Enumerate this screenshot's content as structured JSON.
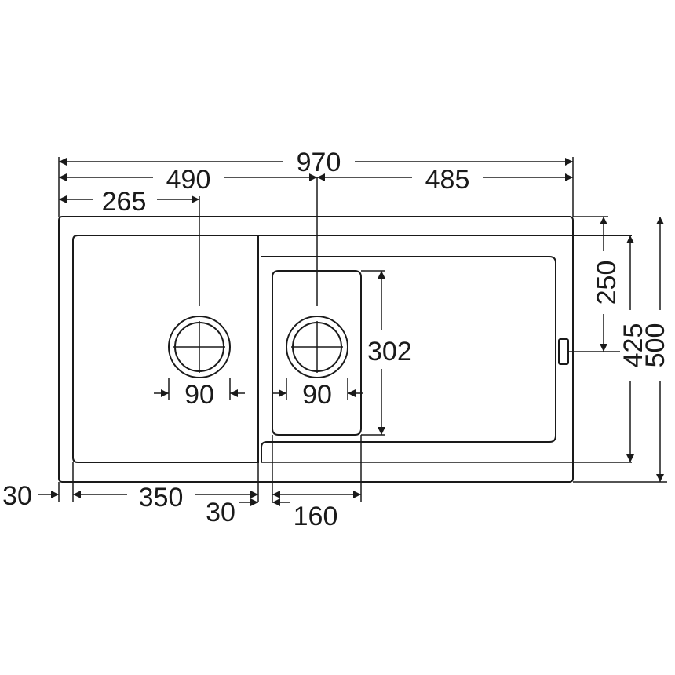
{
  "dimensions": {
    "overall_width": "970",
    "left_to_drain": "490",
    "right_from_drain": "485",
    "left_drain_offset": "265",
    "small_bowl_height": "302",
    "left_drain_diameter": "90",
    "right_drain_diameter": "90",
    "drain_to_tap_depth": "250",
    "inner_depth": "425",
    "overall_depth": "500",
    "left_rim": "30",
    "big_bowl_width": "350",
    "bowl_divider": "30",
    "small_bowl_width": "160"
  },
  "colors": {
    "line": "#1a1a1a",
    "background": "#ffffff"
  }
}
